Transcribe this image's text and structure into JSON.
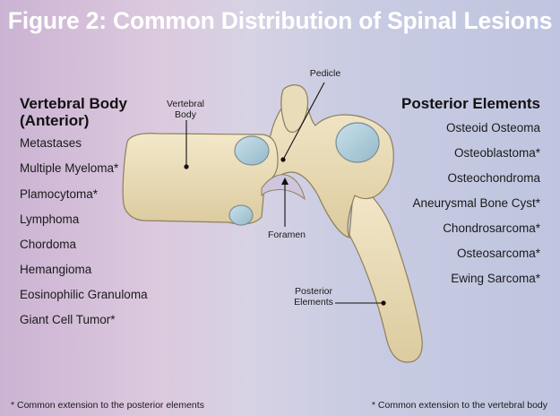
{
  "title": "Figure 2: Common Distribution of Spinal Lesions",
  "colors": {
    "background_left": "#cbb3d3",
    "background_right": "#bfc5e0",
    "bone": "#ecdfbd",
    "bone_outline": "#8e7f5c",
    "cartilage": "#a9ccda",
    "title_text": "#ffffff"
  },
  "left_column": {
    "heading": "Vertebral Body\n(Anterior)",
    "heading_line1": "Vertebral Body",
    "heading_line2": "(Anterior)",
    "items": [
      "Metastases",
      "Multiple Myeloma*",
      "Plamocytoma*",
      "Lymphoma",
      "Chordoma",
      "Hemangioma",
      "Eosinophilic Granuloma",
      "Giant Cell Tumor*"
    ]
  },
  "right_column": {
    "heading": "Posterior Elements",
    "items": [
      "Osteoid Osteoma",
      "Osteoblastoma*",
      "Osteochondroma",
      "Aneurysmal Bone Cyst*",
      "Chondrosarcoma*",
      "Osteosarcoma*",
      "Ewing Sarcoma*"
    ]
  },
  "diagram": {
    "labels": {
      "vertebral_body_line1": "Vertebral",
      "vertebral_body_line2": "Body",
      "pedicle": "Pedicle",
      "foramen": "Foramen",
      "posterior_elements_line1": "Posterior",
      "posterior_elements_line2": "Elements"
    }
  },
  "footnotes": {
    "left": "* Common extension to the posterior elements",
    "right": "* Common extension to the vertebral body"
  }
}
